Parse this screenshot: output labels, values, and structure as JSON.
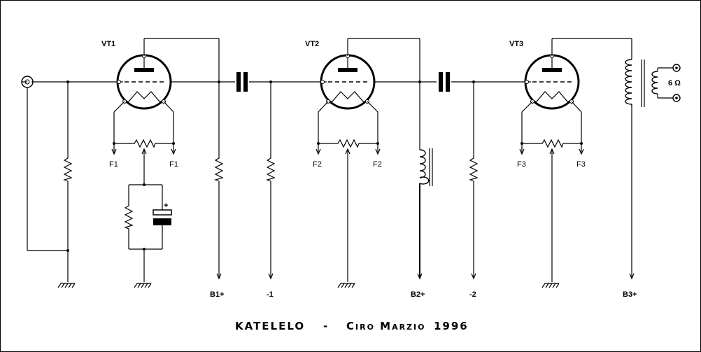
{
  "tubes": [
    {
      "label": "VT1",
      "filament_left": "F1",
      "filament_right": "F1"
    },
    {
      "label": "VT2",
      "filament_left": "F2",
      "filament_right": "F2"
    },
    {
      "label": "VT3",
      "filament_left": "F3",
      "filament_right": "F3"
    }
  ],
  "supplies": {
    "b1": "B1+",
    "bias1": "-1",
    "b2": "B2+",
    "bias2": "-2",
    "b3": "B3+"
  },
  "speaker_impedance": "6 Ω",
  "battery_polarity": "+",
  "footer": {
    "name": "KATELELO",
    "separator": "-",
    "author": "Ciro Marzio",
    "year": "1996"
  }
}
